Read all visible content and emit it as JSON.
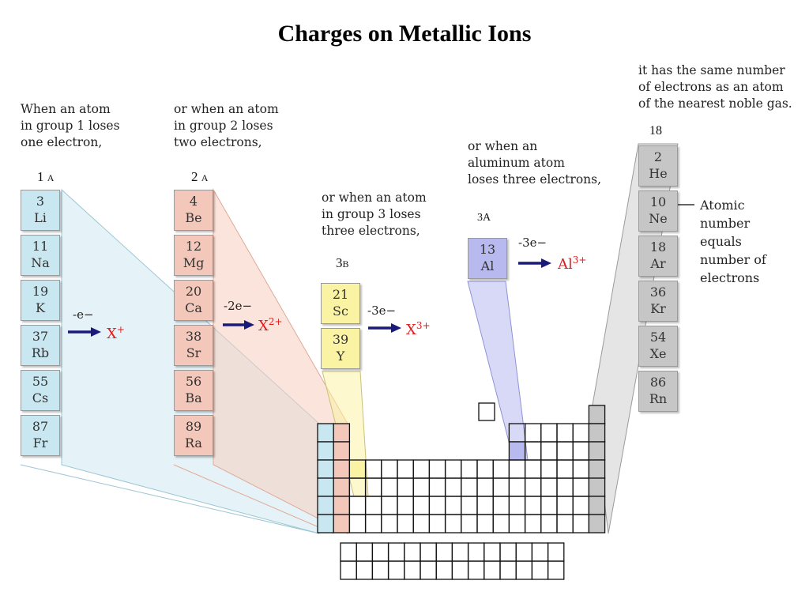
{
  "title": "Charges on Metallic Ions",
  "captions": {
    "group1": "When an atom\nin group 1 loses\none electron,",
    "group2": "or when an atom\nin group 2 loses\ntwo electrons,",
    "group3": "or when an atom\nin group 3 loses\nthree electrons,",
    "aluminum": "or when an\naluminum atom\nloses three electrons,",
    "noble": "it has the same number\nof electrons as an atom\nof the nearest noble gas."
  },
  "group_labels": {
    "g1": {
      "num": "1",
      "sub": "A"
    },
    "g2": {
      "num": "2",
      "sub": "A"
    },
    "g3": {
      "num": "3",
      "sub": "B"
    },
    "al": "3A",
    "noble": "18"
  },
  "groups": {
    "g1": [
      {
        "z": "3",
        "sym": "Li"
      },
      {
        "z": "11",
        "sym": "Na"
      },
      {
        "z": "19",
        "sym": "K"
      },
      {
        "z": "37",
        "sym": "Rb"
      },
      {
        "z": "55",
        "sym": "Cs"
      },
      {
        "z": "87",
        "sym": "Fr"
      }
    ],
    "g2": [
      {
        "z": "4",
        "sym": "Be"
      },
      {
        "z": "12",
        "sym": "Mg"
      },
      {
        "z": "20",
        "sym": "Ca"
      },
      {
        "z": "38",
        "sym": "Sr"
      },
      {
        "z": "56",
        "sym": "Ba"
      },
      {
        "z": "89",
        "sym": "Ra"
      }
    ],
    "g3": [
      {
        "z": "21",
        "sym": "Sc"
      },
      {
        "z": "39",
        "sym": "Y"
      }
    ],
    "al": [
      {
        "z": "13",
        "sym": "Al"
      }
    ],
    "noble": [
      {
        "z": "2",
        "sym": "He"
      },
      {
        "z": "10",
        "sym": "Ne"
      },
      {
        "z": "18",
        "sym": "Ar"
      },
      {
        "z": "36",
        "sym": "Kr"
      },
      {
        "z": "54",
        "sym": "Xe"
      },
      {
        "z": "86",
        "sym": "Rn"
      }
    ]
  },
  "reactions": {
    "g1": {
      "loss": "-e−",
      "ion": "X",
      "charge": "+"
    },
    "g2": {
      "loss": "-2e−",
      "ion": "X",
      "charge": "2+"
    },
    "g3": {
      "loss": "-3e−",
      "ion": "X",
      "charge": "3+"
    },
    "al": {
      "loss": "-3e−",
      "ion": "Al",
      "charge": "3+"
    }
  },
  "atomic_note": "Atomic\nnumber\nequals\nnumber of\nelectrons",
  "colors": {
    "g1": "#c8e7f1",
    "g2": "#f3c7b9",
    "g3": "#fbf3a4",
    "al": "#b7b9ef",
    "noble": "#c6c6c6",
    "arrow": "#1a1a7a",
    "ion": "#e21b1b"
  }
}
